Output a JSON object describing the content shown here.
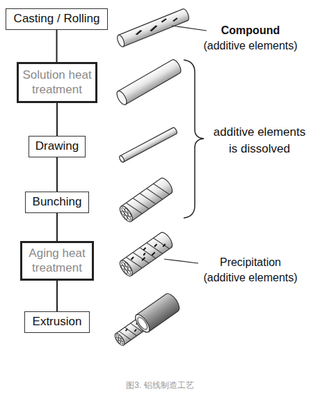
{
  "diagram": {
    "caption": "图3. 铝线制造工艺",
    "nodes": [
      {
        "text": [
          "Casting / Rolling"
        ]
      },
      {
        "text": [
          "Solution heat treatment"
        ]
      },
      {
        "text": [
          "Drawing"
        ]
      },
      {
        "text": [
          "Bunching"
        ]
      },
      {
        "text": [
          "Aging heat treatment"
        ]
      },
      {
        "text": [
          "Extrusion"
        ]
      }
    ],
    "edges": [
      {
        "from": 0,
        "to": 1,
        "arrow": "none"
      },
      {
        "from": 1,
        "to": 2,
        "arrow": "none"
      },
      {
        "from": 2,
        "to": 3,
        "arrow": "none"
      },
      {
        "from": 3,
        "to": 4,
        "arrow": "none"
      },
      {
        "from": 4,
        "to": 5,
        "arrow": "none"
      }
    ],
    "labels": [
      "Compound (additive elements)",
      "additive elements is dissolved",
      "Precipitation (additive elements)"
    ]
  }
}
